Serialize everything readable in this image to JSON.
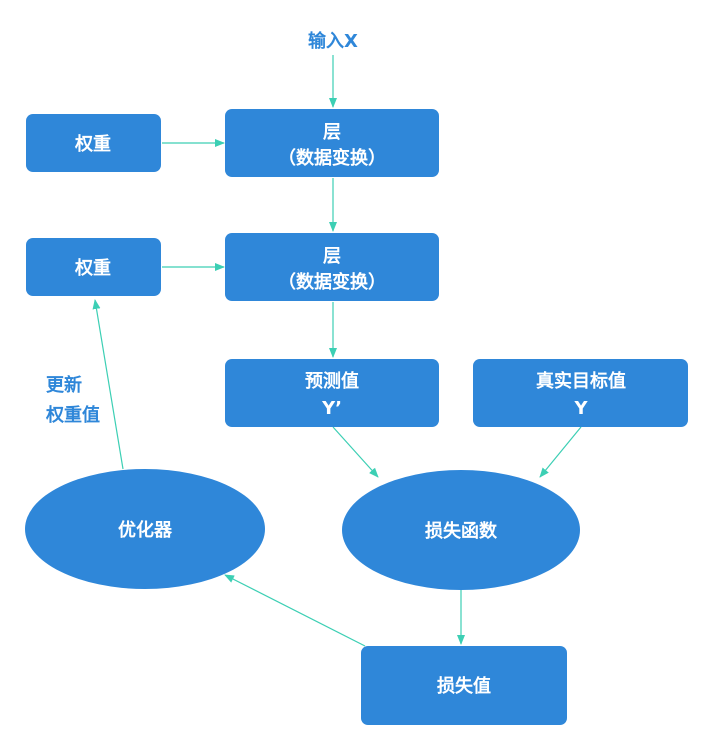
{
  "colors": {
    "node_fill": "#2f87d9",
    "node_text": "#ffffff",
    "label_text": "#2f87d9",
    "arrow": "#3ccfb4"
  },
  "input": {
    "label": "输入X"
  },
  "weights_1": {
    "label": "权重"
  },
  "weights_2": {
    "label": "权重"
  },
  "layer_1": {
    "line1": "层",
    "line2": "（数据变换）"
  },
  "layer_2": {
    "line1": "层",
    "line2": "（数据变换）"
  },
  "prediction": {
    "line1": "预测值",
    "line2": "Y’"
  },
  "target": {
    "line1": "真实目标值",
    "line2": "Y"
  },
  "loss_function": {
    "label": "损失函数"
  },
  "optimizer": {
    "label": "优化器"
  },
  "loss_value": {
    "label": "损失值"
  },
  "update_label": {
    "line1": "更新",
    "line2": "权重值"
  }
}
